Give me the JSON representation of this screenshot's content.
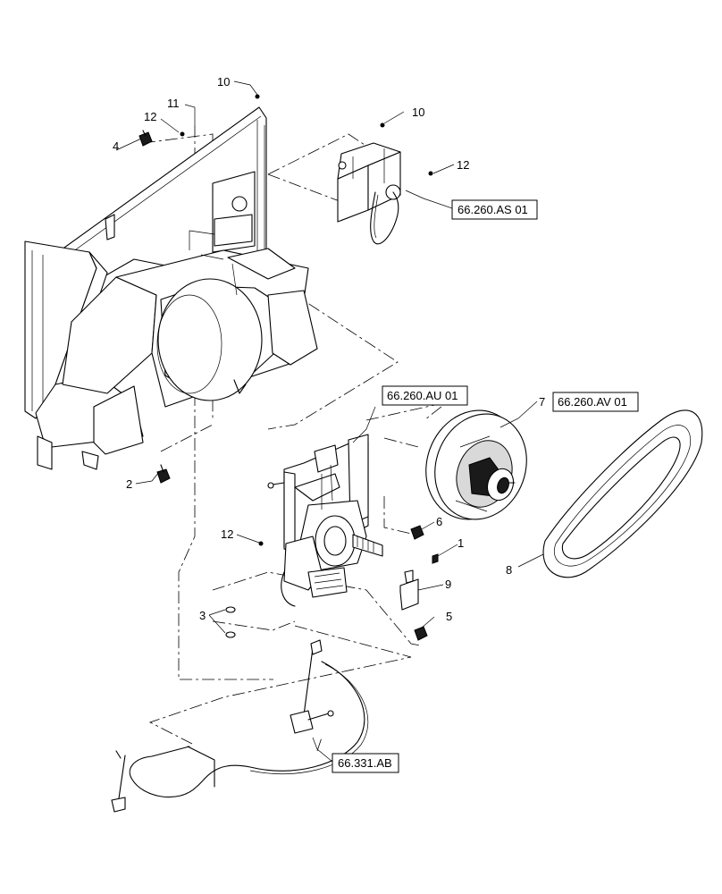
{
  "callouts": {
    "c1": "1",
    "c2": "2",
    "c3": "3",
    "c4": "4",
    "c5": "5",
    "c6": "6",
    "c7": "7",
    "c8": "8",
    "c9": "9",
    "c10a": "10",
    "c10b": "10",
    "c11": "11",
    "c12a": "12",
    "c12b": "12",
    "c12c": "12"
  },
  "references": {
    "r_as01": "66.260.AS 01",
    "r_au01": "66.260.AU 01",
    "r_av01": "66.260.AV 01",
    "r_ab": "66.331.AB"
  }
}
